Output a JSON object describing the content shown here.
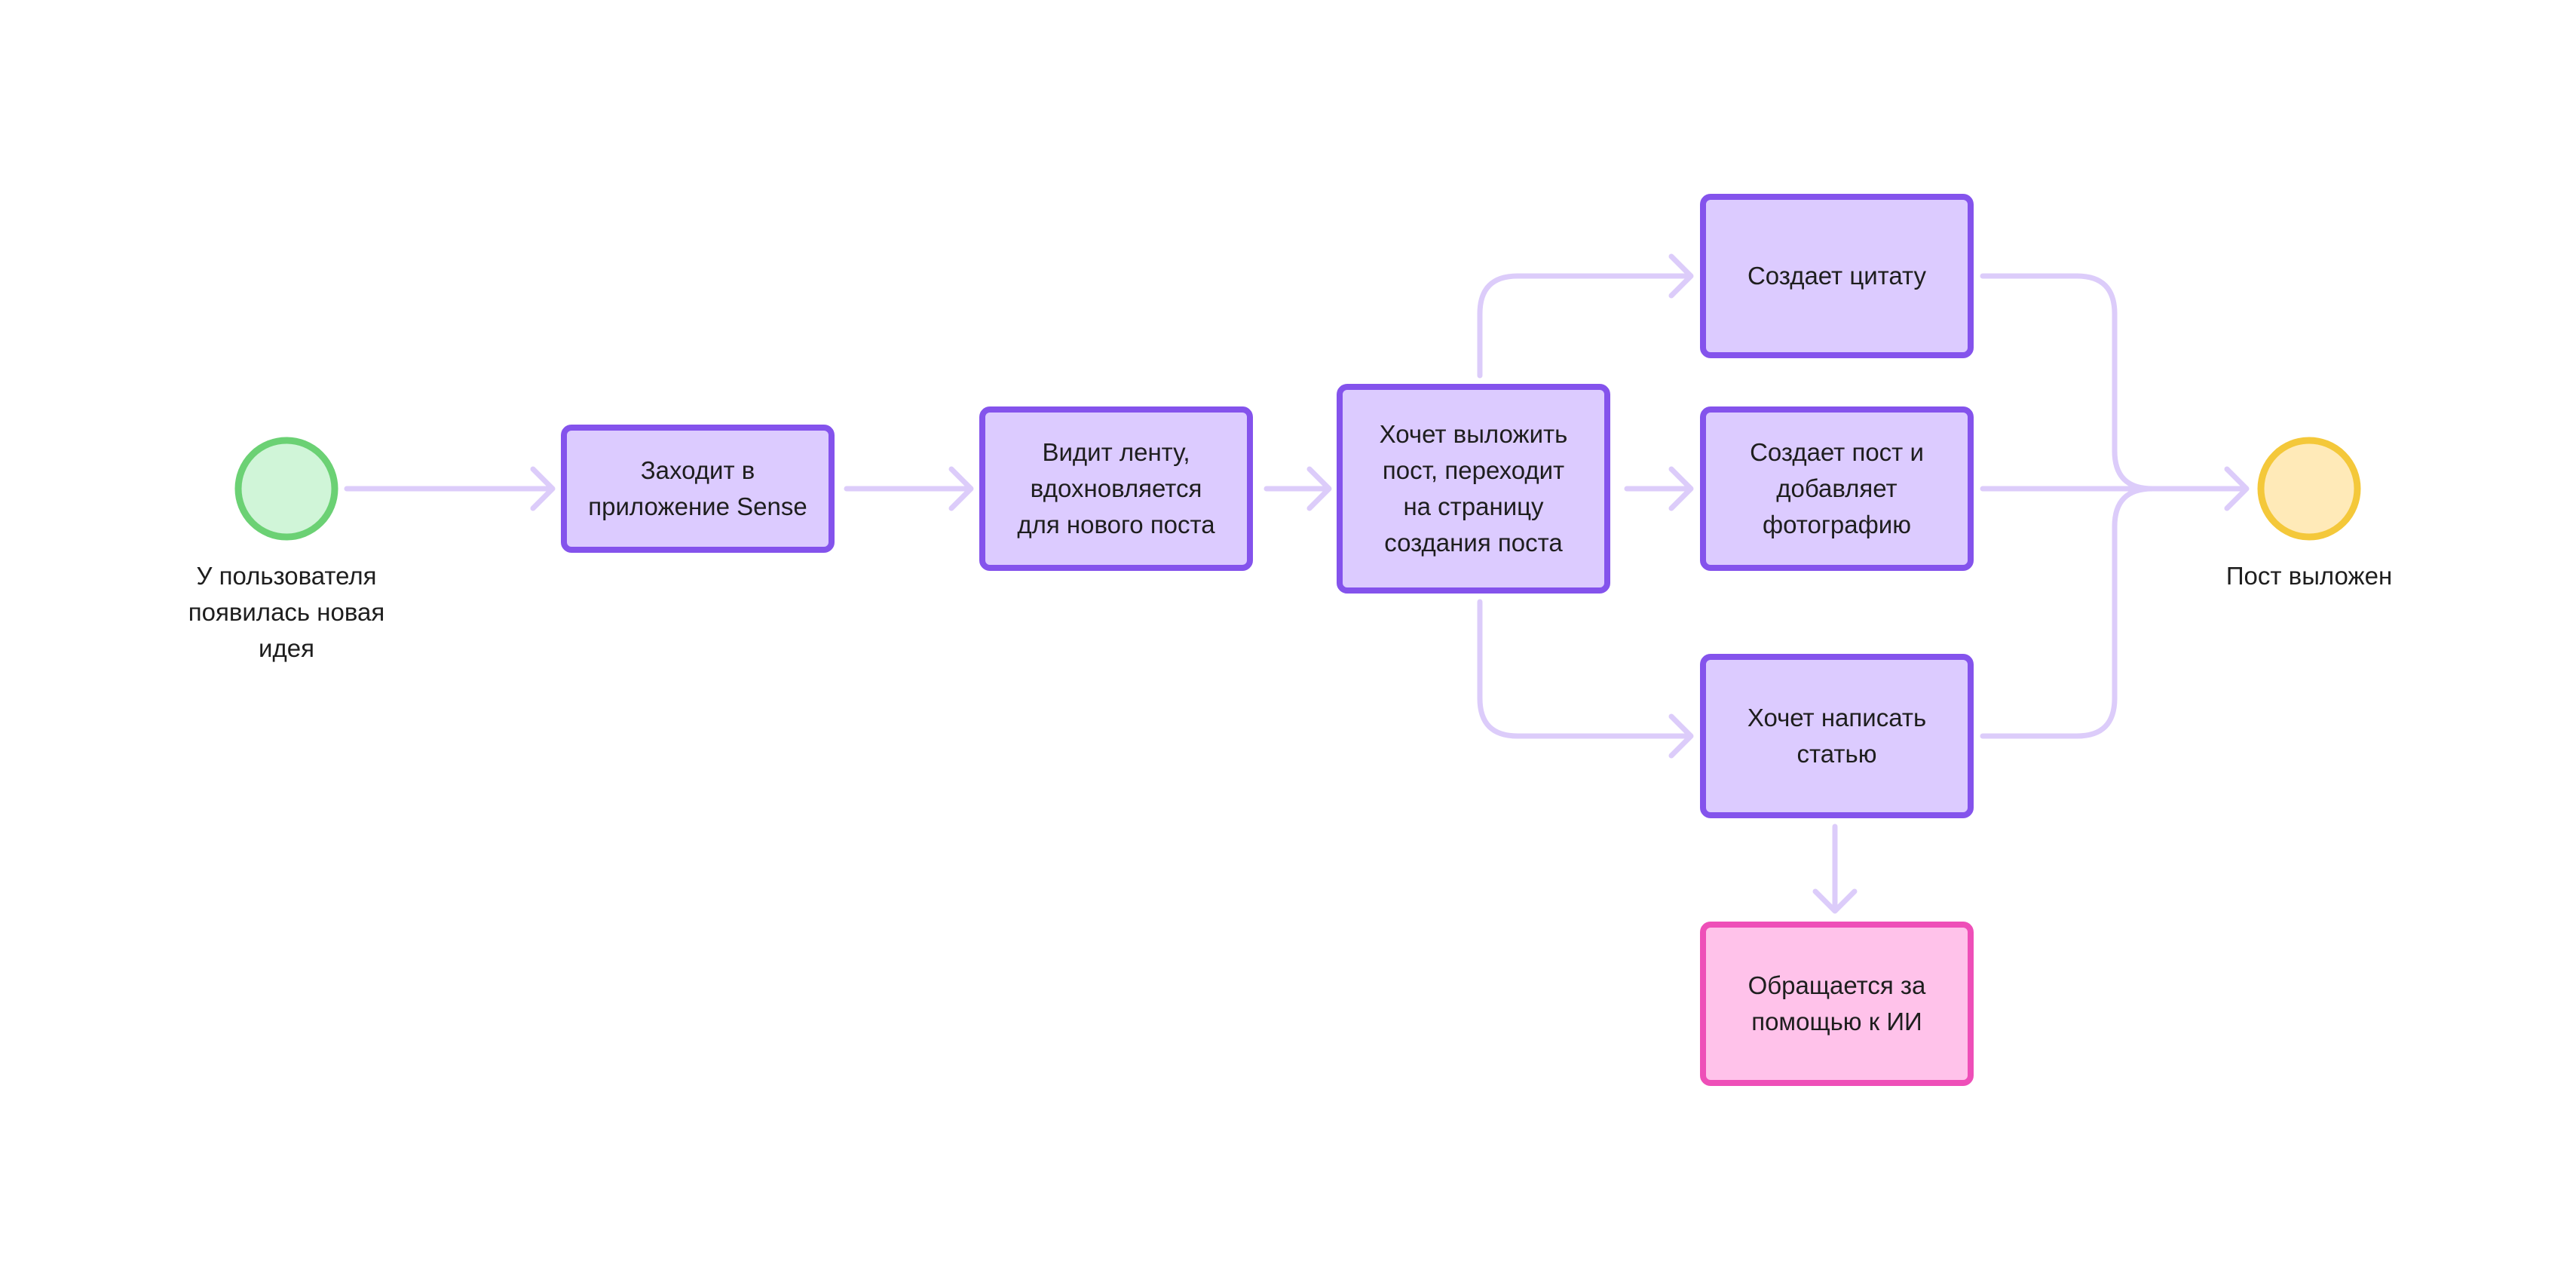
{
  "colors": {
    "task_fill": "#dccbff",
    "task_stroke": "#8453ec",
    "ai_fill": "#ffc2ea",
    "ai_stroke": "#ee4fb8",
    "start_fill": "#d0f5d8",
    "start_stroke": "#6bd174",
    "end_fill": "#ffeab8",
    "end_stroke": "#f4c83a",
    "connector": "#dcccfa"
  },
  "start_event": {
    "label": "У пользователя\nпоявилась новая\nидея"
  },
  "end_event": {
    "label": "Пост выложен"
  },
  "tasks": {
    "open_app": "Заходит в\nприложение Sense",
    "see_feed": "Видит ленту,\nвдохновляется\nдля нового поста",
    "want_post": "Хочет выложить\nпост, переходит\nна страницу\nсоздания поста",
    "quote": "Создает цитату",
    "photo_post": "Создает пост и\nдобавляет\nфотографию",
    "article": "Хочет написать\nстатью",
    "ai_help": "Обращается за\nпомощью к ИИ"
  }
}
